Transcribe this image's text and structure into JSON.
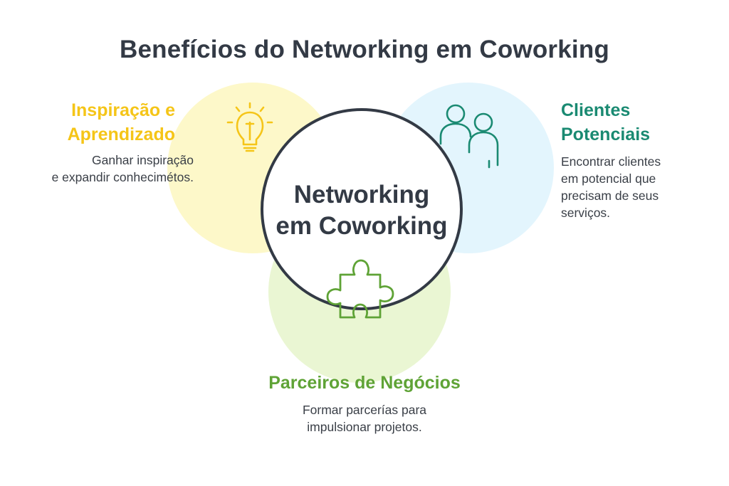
{
  "title": "Benefícios do Networking em Coworking",
  "center": {
    "line1": "Networking",
    "line2": "em Coworking"
  },
  "inspiration": {
    "heading_line1": "Inspiração e",
    "heading_line2": "Aprendizado",
    "desc_line1": "Ganhar inspiração",
    "desc_line2": "e expandir conhecimétos.",
    "color": "#f5c518",
    "icon": "lightbulb-icon"
  },
  "clients": {
    "heading_line1": "Clientes",
    "heading_line2": "Potenciais",
    "desc_line1": "Encontrar clientes",
    "desc_line2": "em potencial que",
    "desc_line3": "precisam de seus",
    "desc_line4": "serviços.",
    "color": "#1a8a72",
    "icon": "users-icon"
  },
  "partners": {
    "heading": "Parceiros de Negócios",
    "desc_line1": "Formar parcerías para",
    "desc_line2": "impulsionar projetos.",
    "color": "#5fa336",
    "icon": "puzzle-piece-icon"
  }
}
